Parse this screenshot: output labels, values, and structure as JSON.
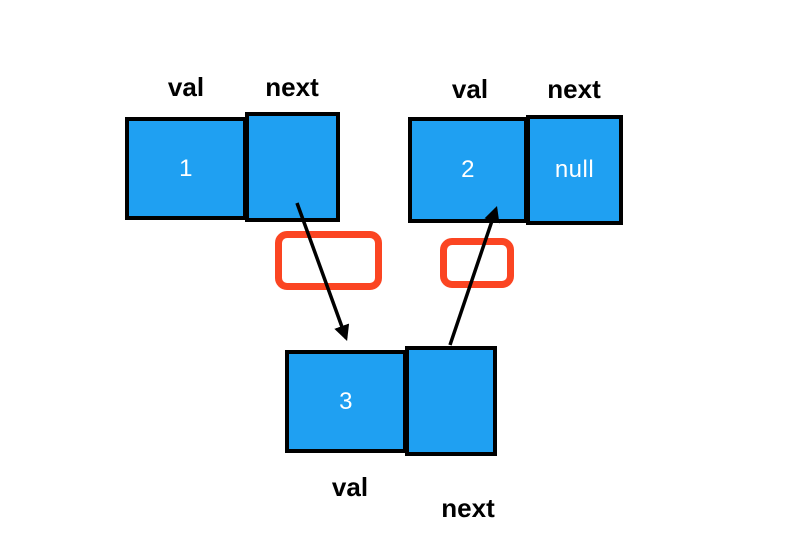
{
  "diagram": {
    "type": "linked-list",
    "colors": {
      "background": "#ffffff",
      "box_fill": "#1FA0F2",
      "box_border": "#000000",
      "highlight": "#FB4522",
      "arrow": "#000000",
      "label_text": "#000000",
      "cell_text": "#ffffff"
    },
    "nodes": [
      {
        "val": "1",
        "next": "",
        "val_label": "val",
        "next_label": "next"
      },
      {
        "val": "2",
        "next": "null",
        "val_label": "val",
        "next_label": "next"
      },
      {
        "val": "3",
        "next": "",
        "val_label": "val",
        "next_label": "next"
      }
    ],
    "edges": [
      {
        "from": "node-1-next",
        "to": "node-3-val"
      },
      {
        "from": "node-3-next",
        "to": "node-2-val"
      }
    ]
  }
}
